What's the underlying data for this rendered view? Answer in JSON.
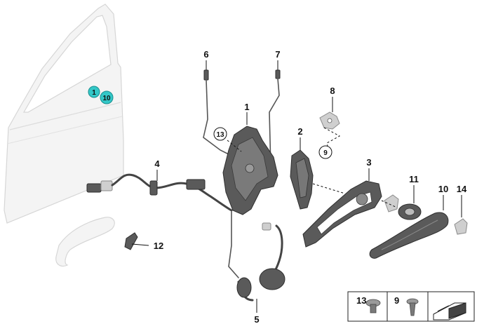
{
  "diagram": {
    "callouts": [
      {
        "id": "c1",
        "label": "1"
      },
      {
        "id": "c2",
        "label": "2"
      },
      {
        "id": "c3",
        "label": "3"
      },
      {
        "id": "c4",
        "label": "4"
      },
      {
        "id": "c5",
        "label": "5"
      },
      {
        "id": "c6",
        "label": "6"
      },
      {
        "id": "c7",
        "label": "7"
      },
      {
        "id": "c8",
        "label": "8"
      },
      {
        "id": "c9",
        "label": "9"
      },
      {
        "id": "c10",
        "label": "10"
      },
      {
        "id": "c11",
        "label": "11"
      },
      {
        "id": "c12",
        "label": "12"
      },
      {
        "id": "c13",
        "label": "13"
      },
      {
        "id": "c14",
        "label": "14"
      }
    ],
    "door_badges": [
      {
        "label": "1",
        "color": "#33c7c7"
      },
      {
        "label": "10",
        "color": "#33c7c7"
      }
    ],
    "legend": [
      {
        "label": "13"
      },
      {
        "label": "9"
      }
    ]
  }
}
